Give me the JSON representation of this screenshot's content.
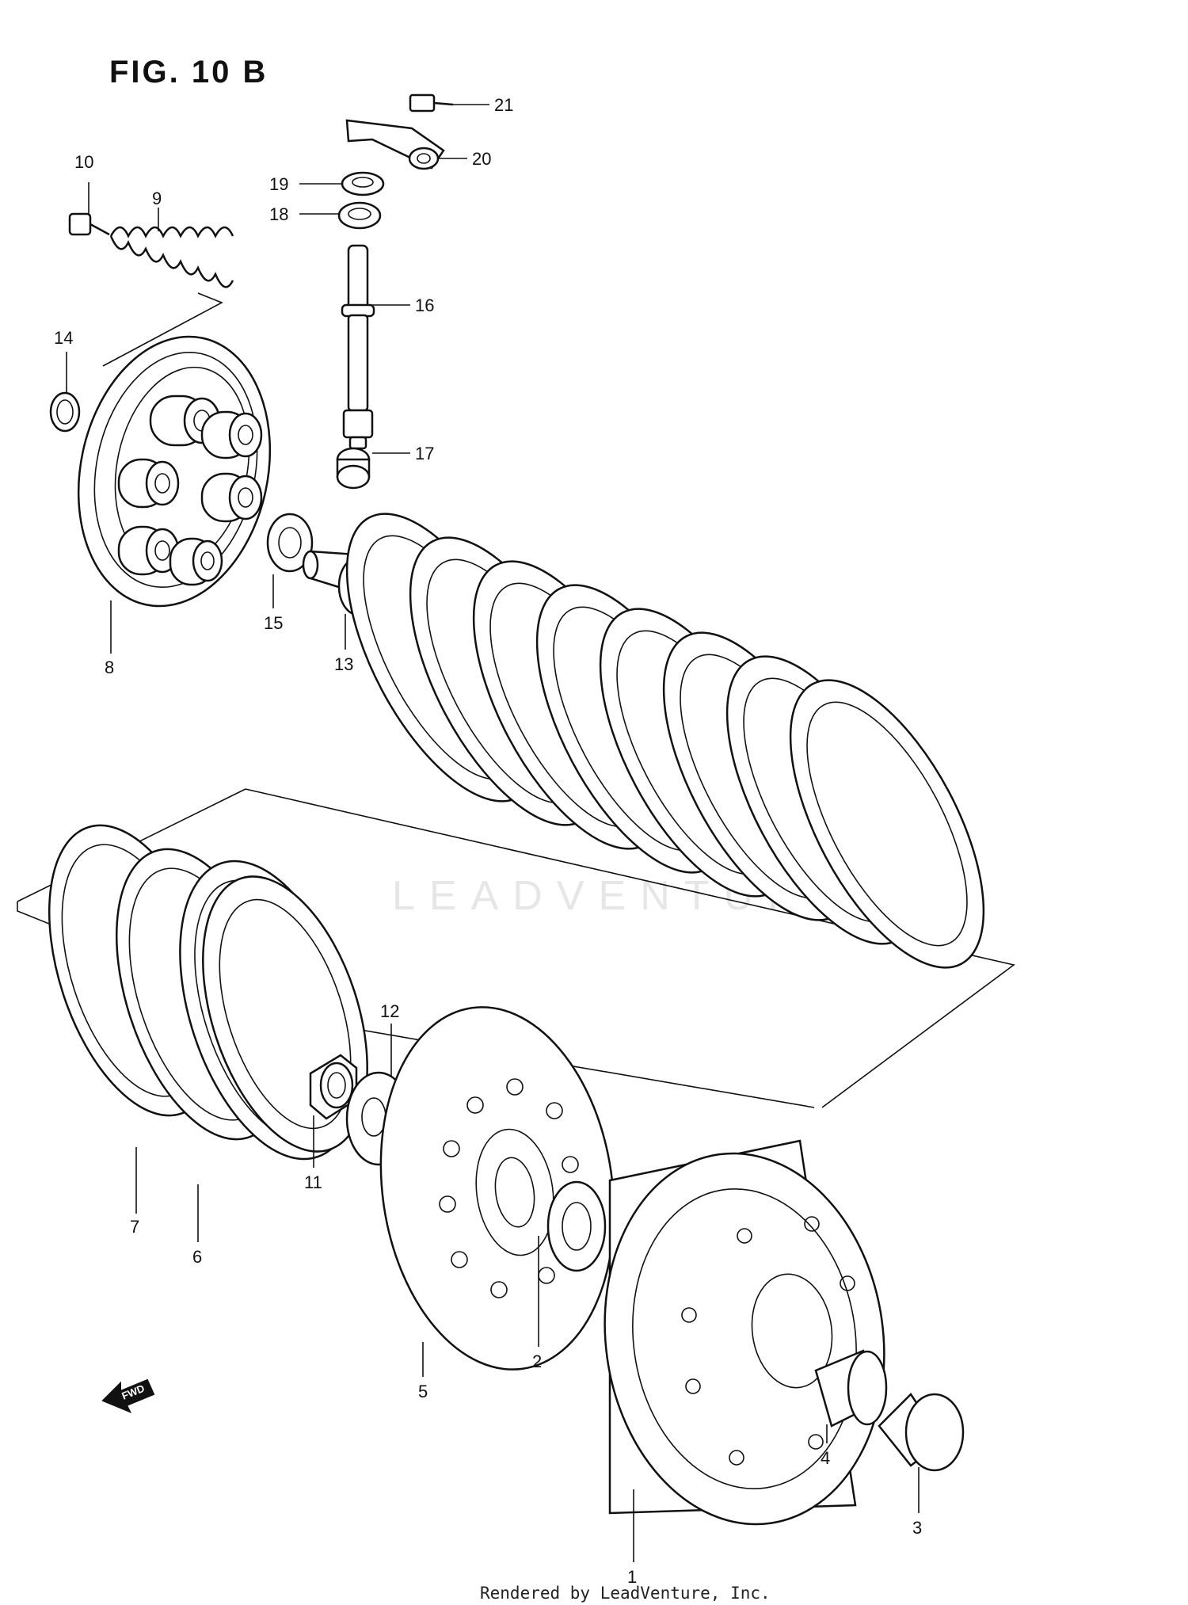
{
  "figure": {
    "title": "FIG. 10 B",
    "footer": "Rendered by LeadVenture, Inc.",
    "watermark": "LEADVENTURE",
    "fwd_label": "FWD"
  },
  "callouts": [
    {
      "id": "1",
      "label": "1"
    },
    {
      "id": "2",
      "label": "2"
    },
    {
      "id": "3",
      "label": "3"
    },
    {
      "id": "4",
      "label": "4"
    },
    {
      "id": "5",
      "label": "5"
    },
    {
      "id": "6",
      "label": "6"
    },
    {
      "id": "7",
      "label": "7"
    },
    {
      "id": "8",
      "label": "8"
    },
    {
      "id": "9",
      "label": "9"
    },
    {
      "id": "10",
      "label": "10"
    },
    {
      "id": "11",
      "label": "11"
    },
    {
      "id": "12",
      "label": "12"
    },
    {
      "id": "13",
      "label": "13"
    },
    {
      "id": "14",
      "label": "14"
    },
    {
      "id": "15",
      "label": "15"
    },
    {
      "id": "16",
      "label": "16"
    },
    {
      "id": "17",
      "label": "17"
    },
    {
      "id": "18",
      "label": "18"
    },
    {
      "id": "19",
      "label": "19"
    },
    {
      "id": "20",
      "label": "20"
    },
    {
      "id": "21",
      "label": "21"
    }
  ]
}
